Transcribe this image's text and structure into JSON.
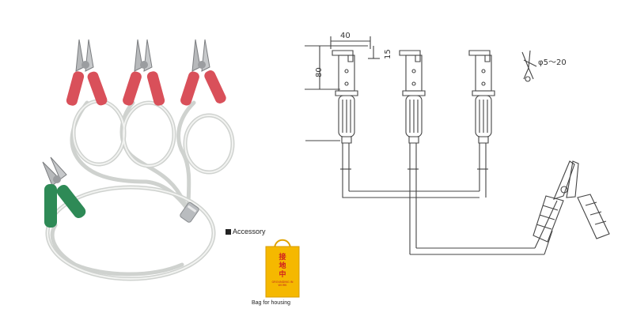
{
  "accessory_label": "Accessory",
  "bag": {
    "chars": [
      "接",
      "地",
      "中"
    ],
    "small_text": "GROUNDING IN WORK",
    "caption": "Bag for housing"
  },
  "dimensions": {
    "width": "40",
    "height": "80",
    "jaw": "15",
    "clamp_range": "φ5～20"
  },
  "colors": {
    "red_grip": "#d9505a",
    "green_grip": "#2e8a56",
    "cable": "#e4e6e3",
    "bag": "#f5b800",
    "line": "#444444"
  }
}
